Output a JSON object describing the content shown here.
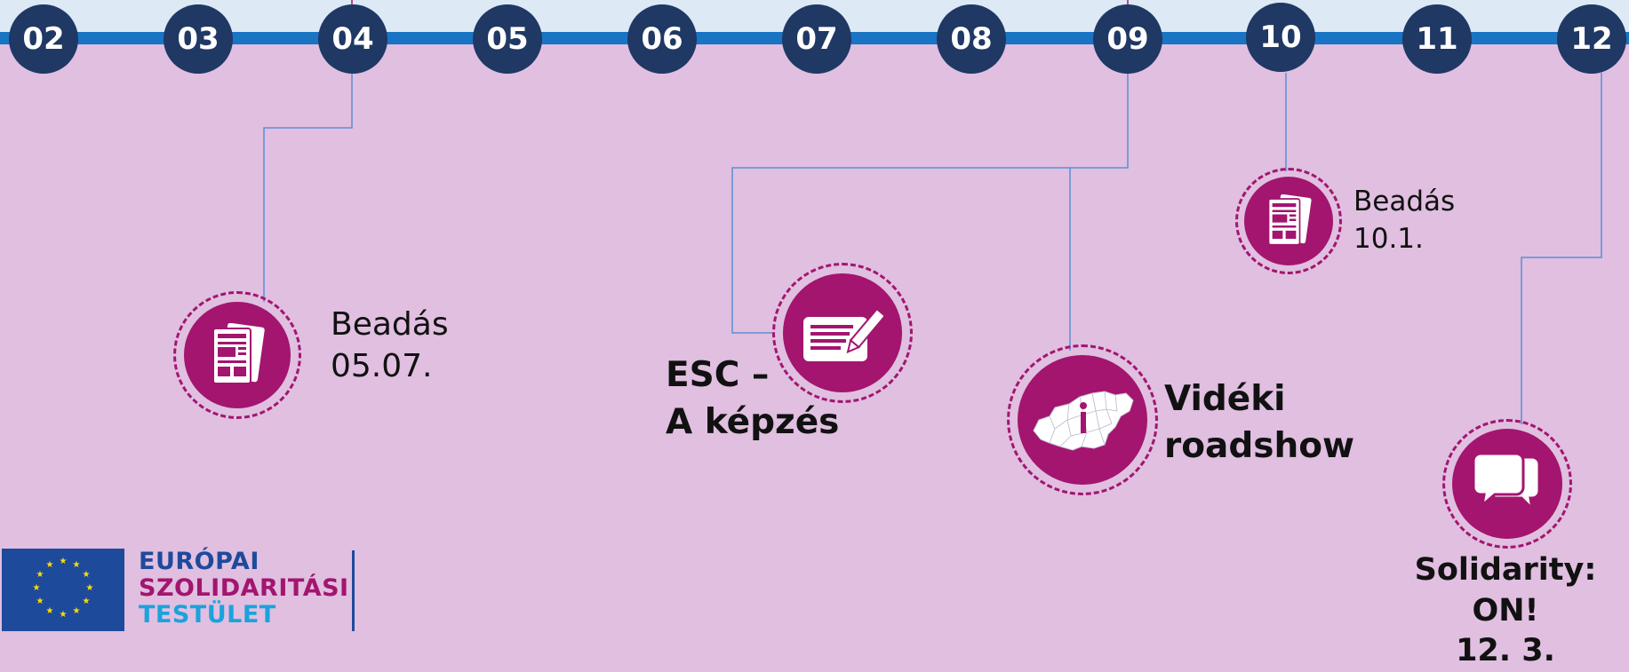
{
  "timeline": {
    "months": [
      "02",
      "03",
      "04",
      "05",
      "06",
      "07",
      "08",
      "09",
      "10",
      "11",
      "12"
    ]
  },
  "events": {
    "beadas_0507": {
      "line1": "Beadás",
      "line2": "05.07.",
      "icon": "document-icon"
    },
    "esc": {
      "line1": "ESC –",
      "line2": "A képzés",
      "icon": "application-form-icon"
    },
    "roadshow": {
      "line1": "Vidéki",
      "line2": "roadshow",
      "icon": "hungary-map-info-icon"
    },
    "beadas_1001": {
      "line1": "Beadás",
      "line2": "10.1.",
      "icon": "document-icon"
    },
    "solidarity": {
      "line1": "Solidarity: ON!",
      "line2": "12. 3.",
      "icon": "chat-bubbles-icon"
    }
  },
  "logo": {
    "line1": "EURÓPAI",
    "line2": "SZOLIDARITÁSI",
    "line3": "TESTÜLET",
    "colors": {
      "line1": "#1e4a9c",
      "line2": "#a3156f",
      "line3": "#1aa3dc",
      "flag": "#1e4a9c",
      "stars": "#ffdd00"
    }
  },
  "colors": {
    "background": "#e0bfe0",
    "top_band": "#dde9f5",
    "timeline_bar": "#1a74c4",
    "month_circle": "#1f3864",
    "badge": "#a3156f",
    "connector": "#5b8fd6"
  }
}
